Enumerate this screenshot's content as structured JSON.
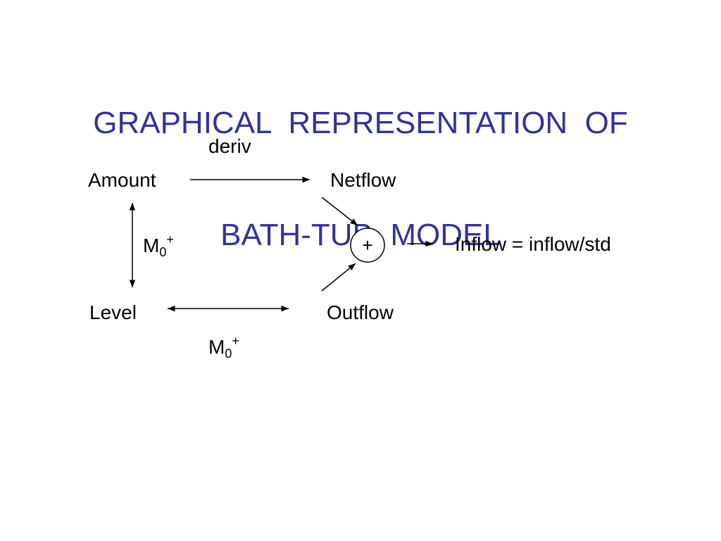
{
  "title": {
    "line1": "GRAPHICAL  REPRESENTATION  OF",
    "line2": "BATH-TUB  MODEL"
  },
  "diagram": {
    "deriv_label": "deriv",
    "amount": "Amount",
    "netflow": "Netflow",
    "level": "Level",
    "outflow": "Outflow",
    "m0_left": {
      "base": "M",
      "sub": "0",
      "sup": "+"
    },
    "m0_bottom": {
      "base": "M",
      "sub": "0",
      "sup": "+"
    },
    "plus": "+",
    "inflow": "Inflow = inflow/std"
  }
}
